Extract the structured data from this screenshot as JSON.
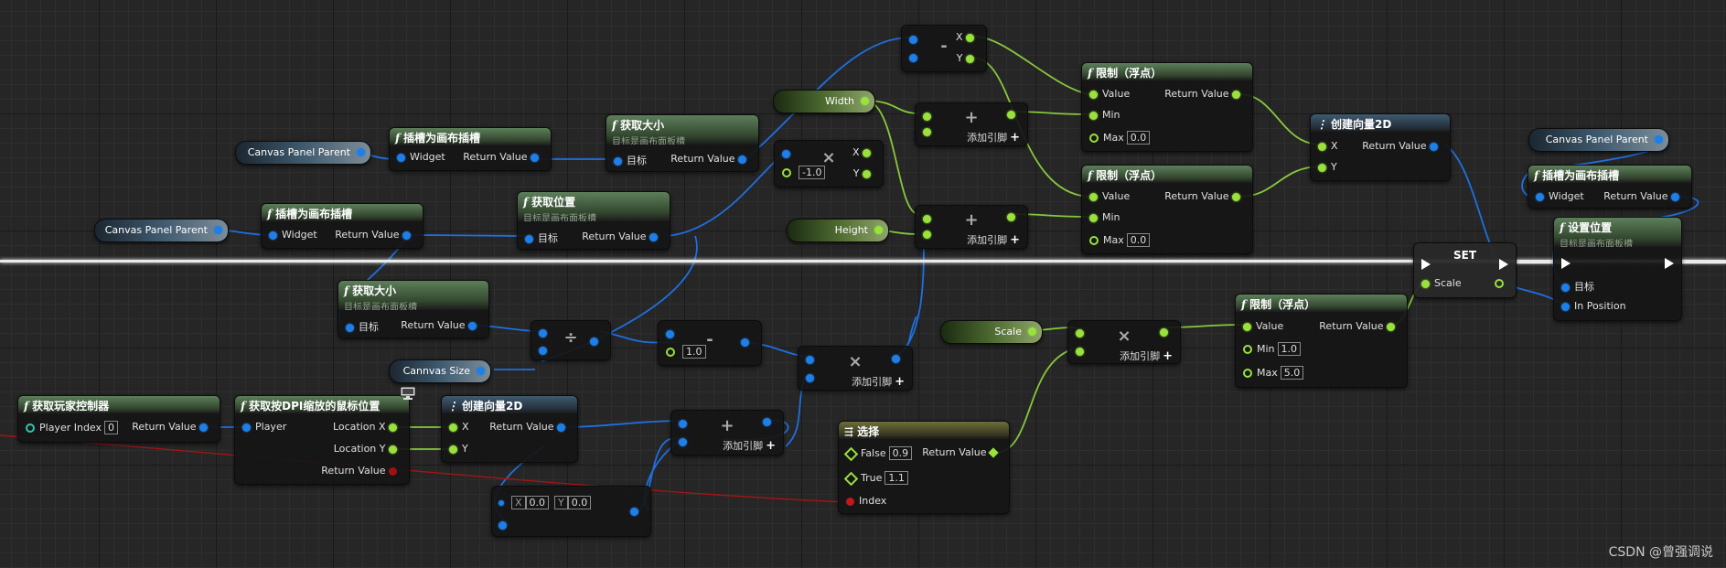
{
  "colors": {
    "float": "#98e23b",
    "object": "#1f7fe8",
    "bool": "#a31010",
    "exec": "#ffffff",
    "grid": "#262626"
  },
  "icons": {
    "function": "function-icon",
    "make": "make-struct-icon",
    "select": "select-icon",
    "monitor": "monitor-icon"
  },
  "vars": {
    "canvas_parent_a": "Canvas Panel Parent",
    "canvas_parent_b": "Canvas Panel Parent",
    "canvas_parent_c": "Canvas Panel Parent",
    "width": "Width",
    "height": "Height",
    "scale": "Scale",
    "cannvas_size": "Cannvas Size"
  },
  "nodes": {
    "slot_a": {
      "title": "插槽为画布插槽",
      "in": "Widget",
      "out": "Return Value"
    },
    "slot_b": {
      "title": "插槽为画布插槽",
      "in": "Widget",
      "out": "Return Value"
    },
    "slot_c": {
      "title": "插槽为画布插槽",
      "in": "Widget",
      "out": "Return Value"
    },
    "get_size_a": {
      "title": "获取大小",
      "sub": "目标是画布面板槽",
      "in": "目标",
      "out": "Return Value"
    },
    "get_size_b": {
      "title": "获取大小",
      "sub": "目标是画布面板槽",
      "in": "目标",
      "out": "Return Value"
    },
    "get_pos": {
      "title": "获取位置",
      "sub": "目标是画布面板槽",
      "in": "目标",
      "out": "Return Value"
    },
    "mul_vec": {
      "x": "X",
      "y": "Y",
      "val": "-1.0"
    },
    "sub_xy": {
      "x": "X",
      "y": "Y"
    },
    "add1": {
      "label": "添加引脚"
    },
    "add2": {
      "label": "添加引脚"
    },
    "clamp1": {
      "title": "限制（浮点）",
      "value": "Value",
      "ret": "Return Value",
      "min": "Min",
      "max": "Max",
      "max_val": "0.0"
    },
    "clamp2": {
      "title": "限制（浮点）",
      "value": "Value",
      "ret": "Return Value",
      "min": "Min",
      "max": "Max",
      "max_val": "0.0"
    },
    "make_vec_a": {
      "title": "创建向量2D",
      "x": "X",
      "y": "Y",
      "ret": "Return Value"
    },
    "set_pos": {
      "title": "设置位置",
      "sub": "目标是画布面板槽",
      "target": "目标",
      "pos": "In Position"
    },
    "set_scale": {
      "title": "SET",
      "scale": "Scale"
    },
    "clamp3": {
      "title": "限制（浮点）",
      "value": "Value",
      "ret": "Return Value",
      "min": "Min",
      "min_val": "1.0",
      "max": "Max",
      "max_val": "5.0"
    },
    "mul_scale": {
      "label": "添加引脚"
    },
    "div": {},
    "one_minus": {
      "val": "1.0"
    },
    "mul_mid": {
      "label": "添加引脚"
    },
    "add_bottom": {
      "label": "添加引脚"
    },
    "get_player": {
      "title": "获取玩家控制器",
      "in": "Player Index",
      "in_val": "0",
      "out": "Return Value"
    },
    "get_mouse": {
      "title": "获取按DPI缩放的鼠标位置",
      "in": "Player",
      "lx": "Location X",
      "ly": "Location Y",
      "ret": "Return Value"
    },
    "make_vec_b": {
      "title": "创建向量2D",
      "x": "X",
      "y": "Y",
      "ret": "Return Value"
    },
    "vec_lit": {
      "x_label": "X",
      "x_val": "0.0",
      "y_label": "Y",
      "y_val": "0.0"
    },
    "select": {
      "title": "选择",
      "false": "False",
      "false_val": "0.9",
      "true": "True",
      "true_val": "1.1",
      "index": "Index",
      "ret": "Return Value"
    }
  },
  "watermark": "CSDN @曾强调说"
}
